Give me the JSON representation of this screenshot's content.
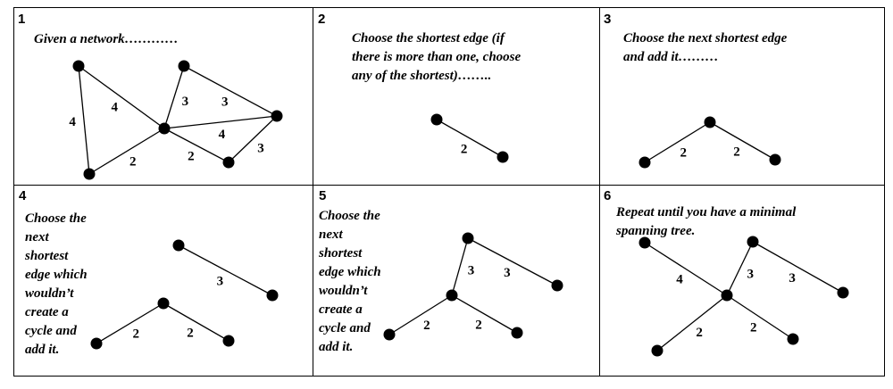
{
  "panels": [
    {
      "number": "1",
      "caption": "Given a network…………",
      "nodes": [
        [
          "A",
          88,
          74
        ],
        [
          "B",
          206,
          74
        ],
        [
          "C",
          184,
          144
        ],
        [
          "D",
          310,
          130
        ],
        [
          "E",
          100,
          195
        ],
        [
          "F",
          256,
          182
        ]
      ],
      "edges": [
        [
          "A",
          "C",
          "4"
        ],
        [
          "A",
          "E",
          "4"
        ],
        [
          "B",
          "C",
          "3"
        ],
        [
          "B",
          "D",
          "3"
        ],
        [
          "C",
          "D",
          "4"
        ],
        [
          "C",
          "E",
          "2"
        ],
        [
          "C",
          "F",
          "2"
        ],
        [
          "D",
          "F",
          "3"
        ]
      ]
    },
    {
      "number": "2",
      "caption": "Choose the shortest edge (if\nthere is more than one, choose\nany of the shortest)……..",
      "nodes": [
        [
          "P",
          489,
          134
        ],
        [
          "Q",
          563,
          176
        ]
      ],
      "edges": [
        [
          "P",
          "Q",
          "2"
        ]
      ]
    },
    {
      "number": "3",
      "caption": "Choose the next shortest edge\nand add it………",
      "nodes": [
        [
          "L",
          722,
          182
        ],
        [
          "M",
          795,
          137
        ],
        [
          "N",
          868,
          179
        ]
      ],
      "edges": [
        [
          "L",
          "M",
          "2"
        ],
        [
          "M",
          "N",
          "2"
        ]
      ]
    },
    {
      "number": "4",
      "caption": "Choose the\nnext\nshortest\nedge which\nwouldn’t\ncreate a\ncycle and\nadd it.",
      "nodes": [
        [
          "G",
          200,
          275
        ],
        [
          "H",
          305,
          331
        ],
        [
          "I",
          183,
          340
        ],
        [
          "J",
          108,
          385
        ],
        [
          "K",
          256,
          382
        ]
      ],
      "edges": [
        [
          "G",
          "H",
          "3"
        ],
        [
          "I",
          "J",
          "2"
        ],
        [
          "I",
          "K",
          "2"
        ]
      ]
    },
    {
      "number": "5",
      "caption": "Choose the\nnext\nshortest\nedge which\nwouldn’t\ncreate a\ncycle and\nadd it.",
      "nodes": [
        [
          "R",
          524,
          267
        ],
        [
          "S",
          624,
          320
        ],
        [
          "T",
          506,
          331
        ],
        [
          "U",
          436,
          375
        ],
        [
          "V",
          579,
          373
        ]
      ],
      "edges": [
        [
          "R",
          "S",
          "3"
        ],
        [
          "R",
          "T",
          "3"
        ],
        [
          "T",
          "U",
          "2"
        ],
        [
          "T",
          "V",
          "2"
        ]
      ]
    },
    {
      "number": "6",
      "caption": "Repeat until you have a minimal\nspanning tree.",
      "nodes": [
        [
          "W",
          722,
          272
        ],
        [
          "X",
          843,
          271
        ],
        [
          "Y",
          944,
          328
        ],
        [
          "Z",
          814,
          331
        ],
        [
          "AA",
          736,
          393
        ],
        [
          "AB",
          888,
          380
        ]
      ],
      "edges": [
        [
          "W",
          "Z",
          "4"
        ],
        [
          "X",
          "Z",
          "3"
        ],
        [
          "X",
          "Y",
          "3"
        ],
        [
          "Z",
          "AA",
          "2"
        ],
        [
          "Z",
          "AB",
          "2"
        ]
      ]
    }
  ]
}
